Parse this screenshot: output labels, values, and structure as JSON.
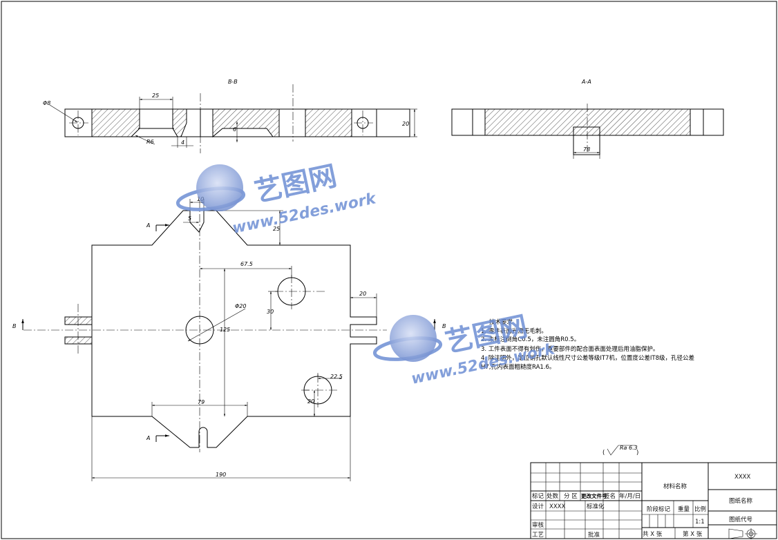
{
  "views": {
    "bb_title": "B-B",
    "aa_title": "A-A",
    "section_mark_a": "A",
    "section_mark_b": "B"
  },
  "dimensions": {
    "bb_phi8": "Φ8",
    "bb_25": "25",
    "bb_r6": "R6",
    "bb_4": "4",
    "bb_6": "6",
    "bb_20": "20",
    "aa_78": "78",
    "plan_10": "10",
    "plan_5": "5",
    "plan_25": "25",
    "plan_67_5": "67.5",
    "plan_20_right": "20",
    "plan_phi20": "Φ20",
    "plan_30": "30",
    "plan_125": "125",
    "plan_22_5": "22.5",
    "plan_20_small": "20",
    "plan_79": "79",
    "plan_190": "190",
    "roughness": "Ra 6.3"
  },
  "tech_requirements": {
    "heading": "技术要求",
    "lines": [
      "1. 零件表面光滑无毛刺。",
      "2. 未标注倒角C0.5，未注圆角R0.5。",
      "3. 工件表面不得有划伤，重要部件的配合面表面处理后用油脂保护。",
      "4. 除注明外，定位销孔默认线性尺寸公差等级IT7机，位置度公差IT8级，孔径公差",
      "H7,孔内表面粗糙度RA1.6。"
    ]
  },
  "title_block": {
    "material": "材料名称",
    "code_value": "XXXX",
    "drawing_name": "图纸名称",
    "drawing_code": "图纸代号",
    "stage_mark": "阶段标记",
    "weight": "重量",
    "scale": "比例",
    "scale_value": "1:1",
    "sheets_total": "共  X  张",
    "sheet_no": "第  X  张",
    "mark": "标记",
    "count": "处数",
    "zone": "分 区",
    "change_doc": "更改文件号",
    "signature": "签名",
    "date": "年/月/日",
    "design": "设计",
    "design_value": "XXXX",
    "standardize": "标准化",
    "review": "审核",
    "process": "工艺",
    "approve": "批准"
  },
  "watermark": {
    "brand": "艺图网",
    "url": "www.52des.work"
  }
}
